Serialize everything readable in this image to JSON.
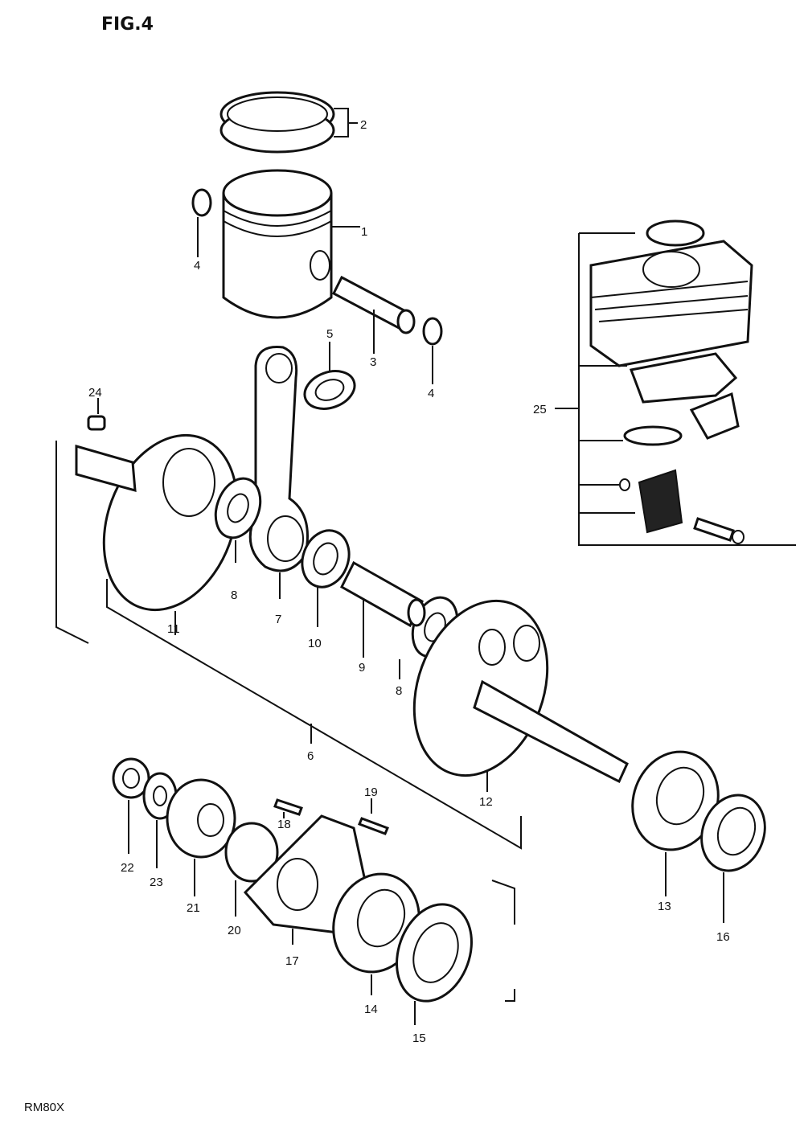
{
  "figure_title": "FIG.4",
  "model_code": "RM80X",
  "parts": [
    {
      "id": "p1",
      "label": "1"
    },
    {
      "id": "p2",
      "label": "2"
    },
    {
      "id": "p3",
      "label": "3"
    },
    {
      "id": "p4a",
      "label": "4"
    },
    {
      "id": "p4b",
      "label": "4"
    },
    {
      "id": "p5",
      "label": "5"
    },
    {
      "id": "p6",
      "label": "6"
    },
    {
      "id": "p7",
      "label": "7"
    },
    {
      "id": "p8a",
      "label": "8"
    },
    {
      "id": "p8b",
      "label": "8"
    },
    {
      "id": "p9",
      "label": "9"
    },
    {
      "id": "p10",
      "label": "10"
    },
    {
      "id": "p11",
      "label": "11"
    },
    {
      "id": "p12",
      "label": "12"
    },
    {
      "id": "p13",
      "label": "13"
    },
    {
      "id": "p14",
      "label": "14"
    },
    {
      "id": "p15",
      "label": "15"
    },
    {
      "id": "p16",
      "label": "16"
    },
    {
      "id": "p17",
      "label": "17"
    },
    {
      "id": "p18",
      "label": "18"
    },
    {
      "id": "p19",
      "label": "19"
    },
    {
      "id": "p20",
      "label": "20"
    },
    {
      "id": "p21",
      "label": "21"
    },
    {
      "id": "p22",
      "label": "22"
    },
    {
      "id": "p23",
      "label": "23"
    },
    {
      "id": "p24",
      "label": "24"
    },
    {
      "id": "p25",
      "label": "25"
    }
  ]
}
